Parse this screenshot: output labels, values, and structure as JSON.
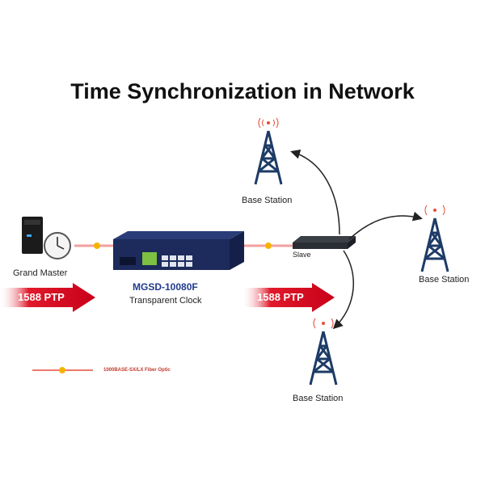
{
  "title": "Time Synchronization in Network",
  "grand_master": {
    "label": "Grand Master"
  },
  "transparent_clock": {
    "model": "MGSD-10080F",
    "label": "Transparent Clock"
  },
  "slave": {
    "label": "Slave"
  },
  "base_stations": [
    {
      "label": "Base Station"
    },
    {
      "label": "Base Station"
    },
    {
      "label": "Base Station"
    }
  ],
  "ptp_arrows": [
    {
      "label": "1588 PTP"
    },
    {
      "label": "1588 PTP"
    }
  ],
  "legend": {
    "label": "1000BASE-SX/LX Fiber Optic"
  },
  "colors": {
    "fiber": "#e74c3c",
    "node": "#f1c40f",
    "arrow": "#d9001b",
    "device": "#1c2a5c",
    "tower": "#1d3b66"
  }
}
